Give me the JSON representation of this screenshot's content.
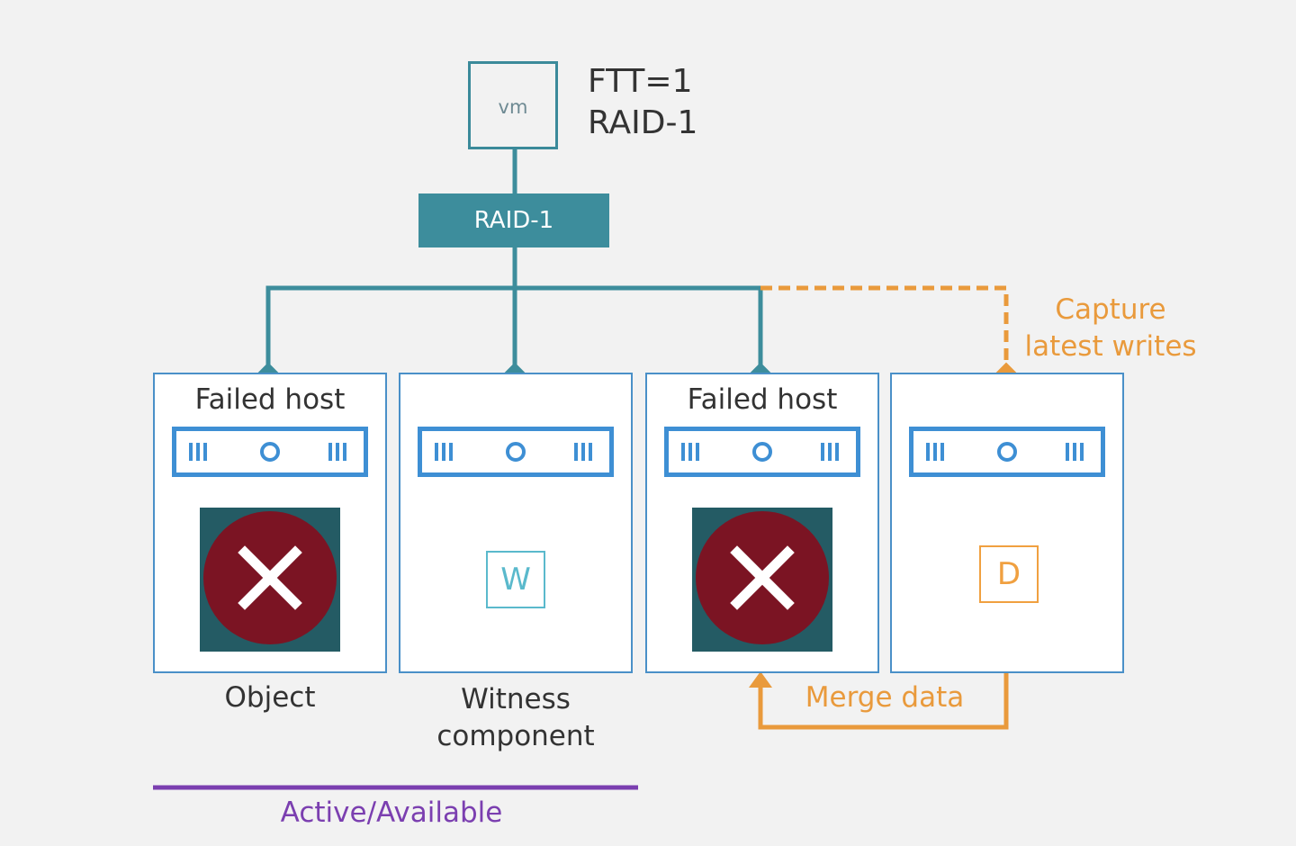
{
  "vm": {
    "label": "vm",
    "ftt": "FTT=1",
    "policy": "RAID-1"
  },
  "raid_node": {
    "label": "RAID-1"
  },
  "hosts": [
    {
      "title": "Failed host",
      "failed": true,
      "caption": "Object"
    },
    {
      "title": "",
      "failed": false,
      "component": "W",
      "caption_line1": "Witness",
      "caption_line2": "component"
    },
    {
      "title": "Failed host",
      "failed": true
    },
    {
      "title": "",
      "failed": false,
      "component": "D"
    }
  ],
  "annotations": {
    "capture_line1": "Capture",
    "capture_line2": "latest writes",
    "merge": "Merge data",
    "active": "Active/Available"
  },
  "colors": {
    "teal": "#3d8d9c",
    "blue": "#3e8fd4",
    "orange": "#e99a3c",
    "purple": "#7b3fb0",
    "failed": "#7b1423"
  }
}
